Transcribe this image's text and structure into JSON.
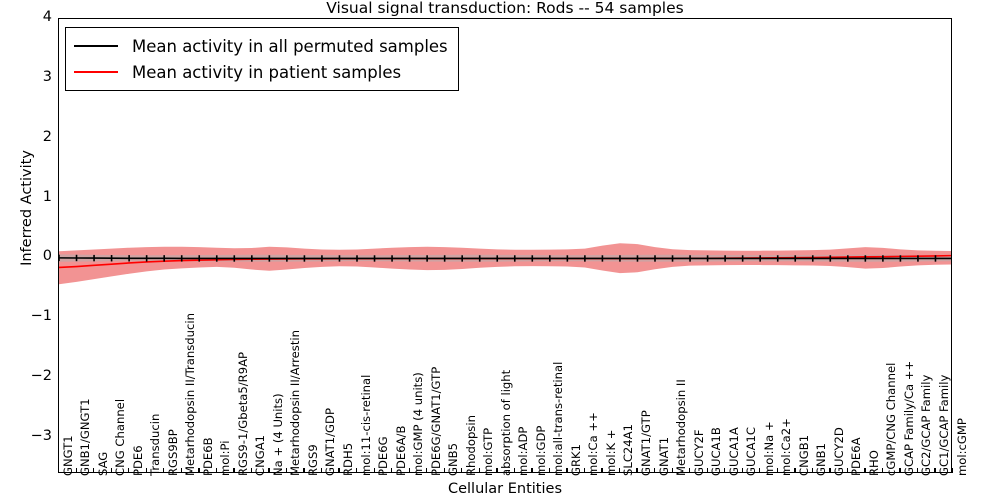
{
  "chart_data": {
    "type": "line",
    "title": "Visual signal transduction: Rods -- 54 samples",
    "xlabel": "Cellular Entities",
    "ylabel": "Inferred Activity",
    "ylim": [
      -3.6,
      4.0
    ],
    "yticks": [
      4,
      3,
      2,
      1,
      0,
      -1,
      -2,
      -3
    ],
    "grid": false,
    "legend_position": "upper left",
    "categories": [
      "GNGT1",
      "GNB1/GNGT1",
      "SAG",
      "CNG Channel",
      "PDE6",
      "Transducin",
      "RGS9BP",
      "Metarhodopsin II/Transducin",
      "PDE6B",
      "mol:Pi",
      "RGS9-1/Gbeta5/R9AP",
      "CNGA1",
      "Na + (4 Units)",
      "Metarhodopsin II/Arrestin",
      "RGS9",
      "GNAT1/GDP",
      "RDH5",
      "mol:11-cis-retinal",
      "PDE6G",
      "PDE6A/B",
      "mol:GMP (4 units)",
      "PDE6G/GNAT1/GTP",
      "GNB5",
      "Rhodopsin",
      "mol:GTP",
      "absorption of light",
      "mol:ADP",
      "mol:GDP",
      "mol:all-trans-retinal",
      "GRK1",
      "mol:Ca ++",
      "mol:K +",
      "SLC24A1",
      "GNAT1/GTP",
      "GNAT1",
      "Metarhodopsin II",
      "GUCY2F",
      "GUCA1B",
      "GUCA1A",
      "GUCA1C",
      "mol:Na +",
      "mol:Ca2+",
      "CNGB1",
      "GNB1",
      "GUCY2D",
      "PDE6A",
      "RHO",
      "cGMP/CNG Channel",
      "GCAP Family/Ca ++",
      "GC2/GCAP Family",
      "GC1/GCAP Family",
      "mol:cGMP"
    ],
    "series": [
      {
        "name": "Mean activity in all permuted samples",
        "color": "#000000",
        "band_color": "#b0b0b0",
        "values": [
          0.01,
          0.008,
          0.006,
          0.004,
          0.003,
          0.002,
          0.002,
          0.001,
          0.001,
          0.0,
          0.0,
          0.0,
          0.0,
          0.0,
          0.0,
          0.0,
          0.0,
          0.0,
          0.0,
          0.0,
          0.0,
          0.0,
          0.0,
          0.0,
          0.0,
          0.0,
          0.0,
          0.0,
          0.0,
          0.0,
          0.0,
          0.0,
          0.0,
          0.0,
          0.0,
          0.0,
          0.0,
          0.0,
          0.0,
          0.0,
          0.0,
          0.0,
          0.0,
          0.0,
          0.0,
          0.0,
          0.0,
          0.0,
          0.0,
          0.0,
          0.0,
          0.0
        ],
        "band_lower": [
          -0.055,
          -0.052,
          -0.05,
          -0.048,
          -0.046,
          -0.045,
          -0.045,
          -0.046,
          -0.048,
          -0.05,
          -0.052,
          -0.053,
          -0.053,
          -0.052,
          -0.05,
          -0.048,
          -0.046,
          -0.045,
          -0.045,
          -0.046,
          -0.048,
          -0.05,
          -0.052,
          -0.053,
          -0.053,
          -0.052,
          -0.05,
          -0.048,
          -0.046,
          -0.046,
          -0.047,
          -0.048,
          -0.05,
          -0.052,
          -0.053,
          -0.053,
          -0.052,
          -0.05,
          -0.048,
          -0.047,
          -0.046,
          -0.046,
          -0.047,
          -0.049,
          -0.051,
          -0.053,
          -0.054,
          -0.053,
          -0.051,
          -0.049,
          -0.047,
          -0.046
        ],
        "band_upper": [
          0.068,
          0.064,
          0.06,
          0.057,
          0.055,
          0.054,
          0.054,
          0.055,
          0.057,
          0.059,
          0.061,
          0.062,
          0.062,
          0.061,
          0.059,
          0.057,
          0.055,
          0.054,
          0.054,
          0.055,
          0.057,
          0.059,
          0.061,
          0.062,
          0.062,
          0.061,
          0.059,
          0.057,
          0.055,
          0.055,
          0.056,
          0.057,
          0.059,
          0.061,
          0.062,
          0.062,
          0.061,
          0.059,
          0.057,
          0.056,
          0.055,
          0.055,
          0.056,
          0.058,
          0.06,
          0.062,
          0.063,
          0.062,
          0.06,
          0.058,
          0.056,
          0.055
        ]
      },
      {
        "name": "Mean activity in patient samples",
        "color": "#ff0000",
        "band_color": "#f08080",
        "values": [
          -0.15,
          -0.135,
          -0.115,
          -0.095,
          -0.075,
          -0.058,
          -0.045,
          -0.035,
          -0.028,
          -0.022,
          -0.017,
          -0.013,
          -0.01,
          -0.008,
          -0.006,
          -0.005,
          -0.004,
          -0.003,
          -0.003,
          -0.002,
          -0.002,
          -0.002,
          -0.002,
          -0.002,
          -0.002,
          -0.002,
          -0.002,
          -0.002,
          -0.002,
          -0.002,
          -0.002,
          -0.002,
          -0.001,
          -0.001,
          0.0,
          0.001,
          0.002,
          0.003,
          0.005,
          0.007,
          0.009,
          0.011,
          0.013,
          0.016,
          0.019,
          0.023,
          0.027,
          0.031,
          0.035,
          0.039,
          0.043,
          0.048
        ],
        "band_lower": [
          -0.43,
          -0.39,
          -0.345,
          -0.3,
          -0.255,
          -0.215,
          -0.185,
          -0.165,
          -0.15,
          -0.14,
          -0.155,
          -0.185,
          -0.205,
          -0.185,
          -0.16,
          -0.14,
          -0.13,
          -0.135,
          -0.15,
          -0.17,
          -0.185,
          -0.195,
          -0.19,
          -0.175,
          -0.155,
          -0.14,
          -0.13,
          -0.128,
          -0.13,
          -0.135,
          -0.15,
          -0.2,
          -0.245,
          -0.23,
          -0.18,
          -0.14,
          -0.12,
          -0.115,
          -0.112,
          -0.11,
          -0.11,
          -0.112,
          -0.115,
          -0.118,
          -0.125,
          -0.145,
          -0.17,
          -0.16,
          -0.135,
          -0.115,
          -0.105,
          -0.1
        ],
        "band_upper": [
          0.12,
          0.135,
          0.15,
          0.165,
          0.18,
          0.19,
          0.195,
          0.195,
          0.19,
          0.18,
          0.17,
          0.175,
          0.195,
          0.185,
          0.165,
          0.15,
          0.145,
          0.15,
          0.165,
          0.18,
          0.19,
          0.195,
          0.19,
          0.18,
          0.165,
          0.152,
          0.145,
          0.145,
          0.148,
          0.152,
          0.165,
          0.215,
          0.255,
          0.24,
          0.19,
          0.155,
          0.14,
          0.135,
          0.132,
          0.13,
          0.13,
          0.132,
          0.135,
          0.14,
          0.148,
          0.168,
          0.19,
          0.178,
          0.152,
          0.135,
          0.128,
          0.125
        ]
      }
    ]
  },
  "legend": {
    "items": [
      {
        "label": "Mean activity in all permuted samples",
        "color": "#000000"
      },
      {
        "label": "Mean activity in patient samples",
        "color": "#ff0000"
      }
    ]
  }
}
